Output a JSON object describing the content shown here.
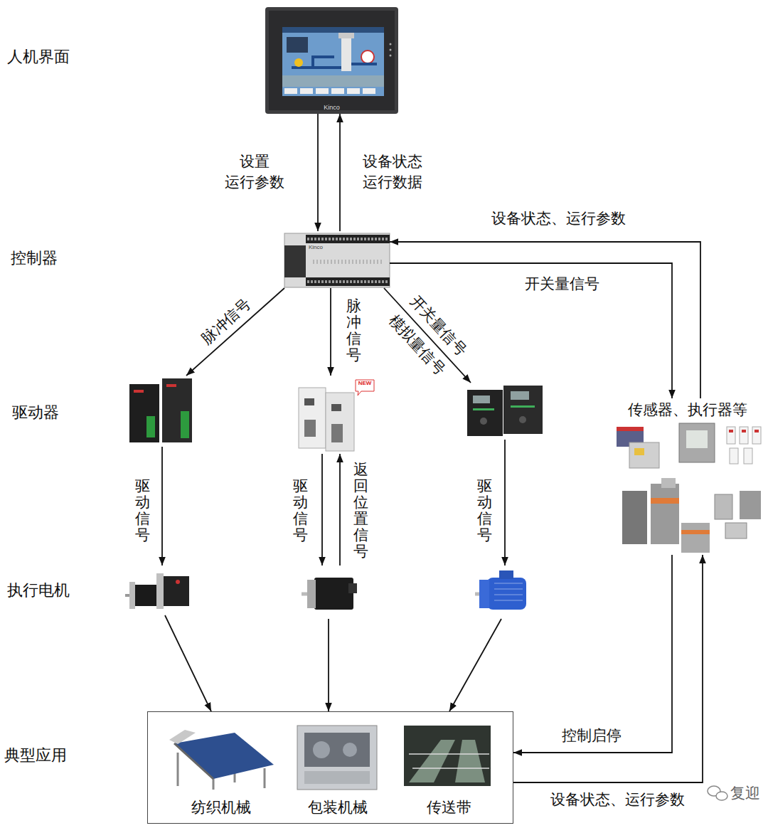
{
  "diagram": {
    "nodes": [
      {
        "text": [
          "Kinco"
        ]
      },
      {
        "text": [
          "Kinco"
        ]
      },
      {},
      {
        "text": [
          "NEW"
        ]
      },
      {},
      {
        "text": [
          "传感器、执行器等"
        ]
      },
      {},
      {},
      {},
      {},
      {
        "text": [
          "纺织机械"
        ],
        "in": 9
      },
      {
        "text": [
          "包装机械"
        ],
        "in": 9
      },
      {
        "text": [
          "传送带"
        ],
        "in": 9
      }
    ],
    "edges": [
      {
        "from": 0,
        "to": 1,
        "label": "设置 运行参数",
        "arrow": "to"
      },
      {
        "from": 1,
        "to": 0,
        "label": "设备状态 运行数据",
        "arrow": "to"
      },
      {
        "from": 1,
        "to": 2,
        "label": "脉冲信号",
        "arrow": "to"
      },
      {
        "from": 1,
        "to": 3,
        "label": "脉冲信号",
        "arrow": "to"
      },
      {
        "from": 1,
        "to": 4,
        "label": "开关量信号",
        "arrow": "to"
      },
      {
        "from": 1,
        "to": 5,
        "label": "开关量信号",
        "arrow": "to"
      },
      {
        "from": 5,
        "to": 1,
        "label": "设备状态、运行参数",
        "arrow": "to"
      },
      {
        "from": 2,
        "to": 6,
        "label": "驱动信号",
        "arrow": "to"
      },
      {
        "from": 3,
        "to": 7,
        "label": "驱动信号",
        "arrow": "to"
      },
      {
        "from": 7,
        "to": 3,
        "label": "返回位置信号",
        "arrow": "to"
      },
      {
        "from": 4,
        "to": 8,
        "label": "驱动信号",
        "arrow": "to"
      },
      {
        "from": 6,
        "to": 9,
        "arrow": "to"
      },
      {
        "from": 7,
        "to": 9,
        "arrow": "to"
      },
      {
        "from": 8,
        "to": 9,
        "arrow": "to"
      },
      {
        "from": 5,
        "to": 9,
        "label": "控制启停",
        "arrow": "to"
      },
      {
        "from": 9,
        "to": 5,
        "label": "设备状态、运行参数",
        "arrow": "to"
      }
    ],
    "labels": [
      "人机界面",
      "控制器",
      "驱动器",
      "执行电机",
      "典型应用",
      "模拟量信号",
      "复迎"
    ]
  }
}
